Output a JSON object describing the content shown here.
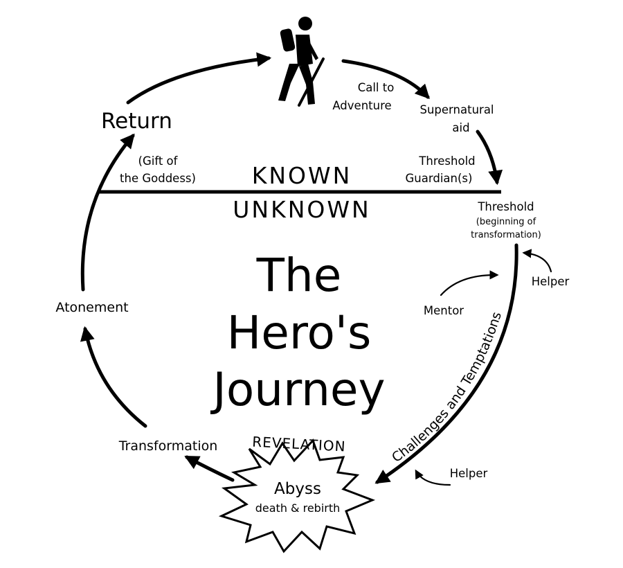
{
  "title": {
    "line1": "The",
    "line2": "Hero's",
    "line3": "Journey"
  },
  "known": "KNOWN",
  "unknown": "UNKNOWN",
  "stages": {
    "call_line1": "Call to",
    "call_line2": "Adventure",
    "supernatural_line1": "Supernatural",
    "supernatural_line2": "aid",
    "guardian_line1": "Threshold",
    "guardian_line2": "Guardian(s)",
    "threshold": "Threshold",
    "threshold_sub1": "(beginning of",
    "threshold_sub2": "transformation)",
    "helper_top": "Helper",
    "mentor": "Mentor",
    "challenges": "Challenges and Temptations",
    "helper_bottom": "Helper",
    "revelation": "REVELATION",
    "abyss": "Abyss",
    "abyss_sub": "death & rebirth",
    "transformation": "Transformation",
    "atonement": "Atonement",
    "return": "Return",
    "gift_line1": "(Gift of",
    "gift_line2": "the Goddess)"
  },
  "icons": {
    "traveler": "hiker-icon",
    "abyss_shape": "starburst-shape"
  },
  "colors": {
    "ink": "#000000",
    "background": "#ffffff"
  }
}
